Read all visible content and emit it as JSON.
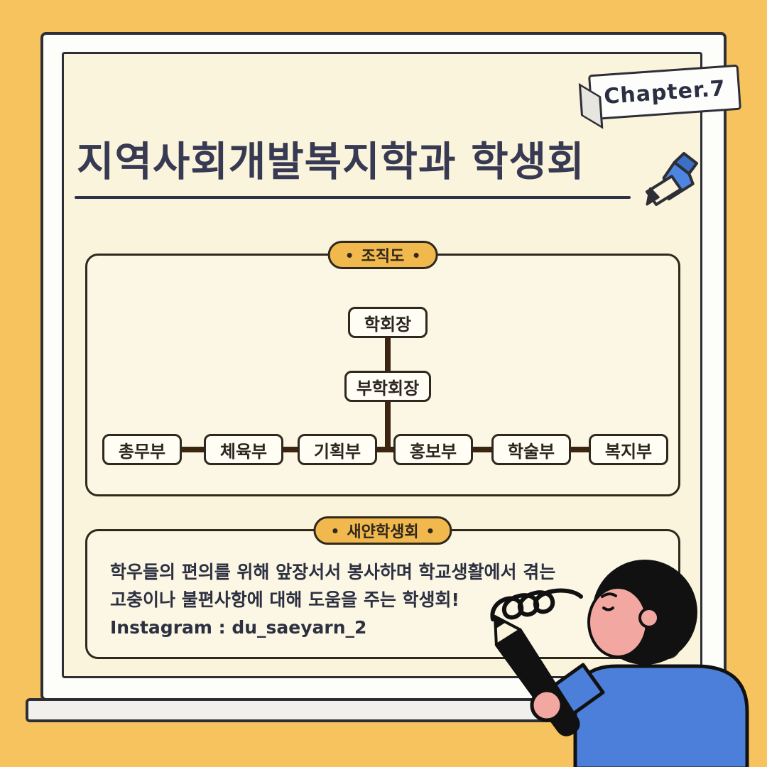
{
  "header": {
    "chapter": "Chapter.7",
    "title": "지역사회개발복지학과 학생회"
  },
  "org": {
    "badge": "조직도",
    "president": "학회장",
    "vice_president": "부학회장",
    "departments": [
      "총무부",
      "체육부",
      "기획부",
      "홍보부",
      "학술부",
      "복지부"
    ]
  },
  "info": {
    "badge": "새얀학생회",
    "line1": "학우들의 편의를 위해 앞장서서 봉사하며 학교생활에서 겪는",
    "line2": "고충이나 불편사항에 대해 도움을 주는 학생회!",
    "line3": "Instagram : du_saeyarn_2"
  },
  "colors": {
    "background": "#F6C35E",
    "board": "#FBF4DC",
    "badge_gold": "#F1B84D",
    "connector_brown": "#3B2511",
    "accent_blue": "#4D86E0",
    "sweater_blue": "#4C7FD9",
    "ink": "#2E2E36"
  }
}
